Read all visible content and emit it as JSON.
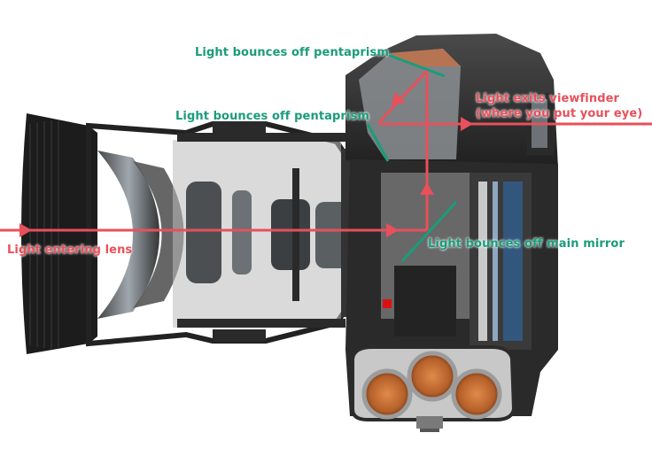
{
  "labels": {
    "pentaprism_top": "Light bounces off pentaprism",
    "pentaprism_mid": "Light bounces off pentaprism",
    "exits_viewfinder_line1": "Light exits viewfinder",
    "exits_viewfinder_line2": "(where you put your eye)",
    "main_mirror": "Light bounces off main mirror",
    "entering_lens": "Light entering lens"
  },
  "colors": {
    "light_path": "#e8505b",
    "reflection_surface": "#1a9c7a"
  },
  "icons": {
    "arrow": "triangle-arrow-icon",
    "film_canisters": "coil-icon"
  }
}
